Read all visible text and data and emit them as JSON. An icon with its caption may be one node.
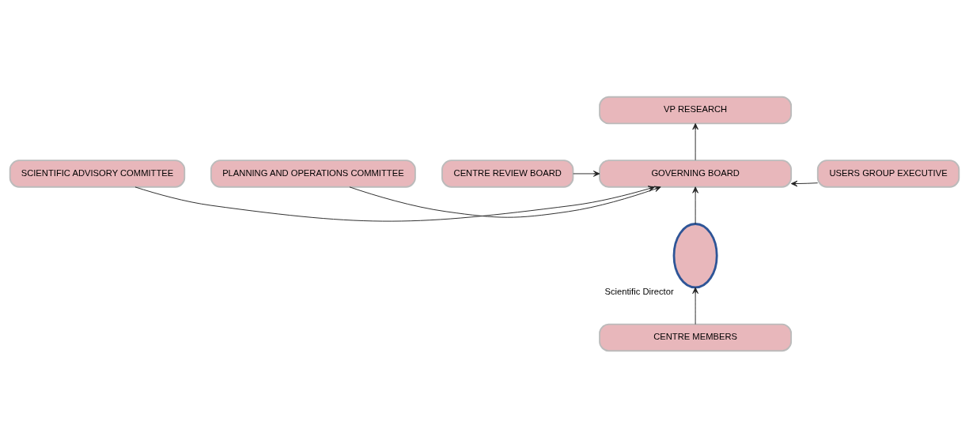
{
  "diagram": {
    "nodes": [
      {
        "text": [
          "SCIENTIFIC ADVISORY COMMITTEE"
        ]
      },
      {
        "text": [
          "VP RESEARCH"
        ]
      },
      {
        "text": [
          "PLANNING AND OPERATIONS COMMITTEE"
        ]
      },
      {
        "text": [
          "GOVERNING BOARD"
        ]
      },
      {
        "text": [
          "CENTRE REVIEW BOARD"
        ]
      },
      {
        "text": [
          "USERS GROUP EXECUTIVE"
        ]
      },
      {
        "text": [],
        "shape": "ellipse",
        "beside": [
          "Scientific Director"
        ]
      },
      {
        "text": [
          "CENTRE MEMBERS"
        ]
      }
    ],
    "edges": [
      {
        "from": 0,
        "to": 3,
        "arrow": "to"
      },
      {
        "from": 2,
        "to": 3,
        "arrow": "to"
      },
      {
        "from": 5,
        "to": 3,
        "arrow": "to"
      },
      {
        "from": 3,
        "to": 1,
        "arrow": "to"
      },
      {
        "from": 4,
        "to": 3,
        "arrow": "to"
      },
      {
        "from": 6,
        "to": 3,
        "arrow": "to"
      },
      {
        "from": 7,
        "to": 6,
        "arrow": "to"
      }
    ]
  }
}
